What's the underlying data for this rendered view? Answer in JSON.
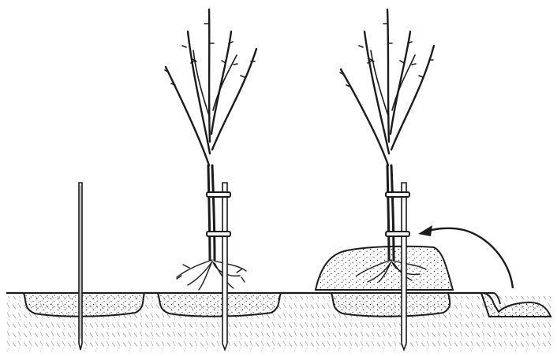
{
  "illustration": {
    "panels": [
      {
        "id": "stake-only",
        "depicts": "stake-icon"
      },
      {
        "id": "tree-tied",
        "depicts": "tree-icon"
      },
      {
        "id": "soil-backfilled",
        "depicts": "soil-mound-icon"
      }
    ],
    "colors": {
      "ink": "#1b1b1b",
      "paper": "#ffffff",
      "soil_fill": "#ececec"
    }
  }
}
